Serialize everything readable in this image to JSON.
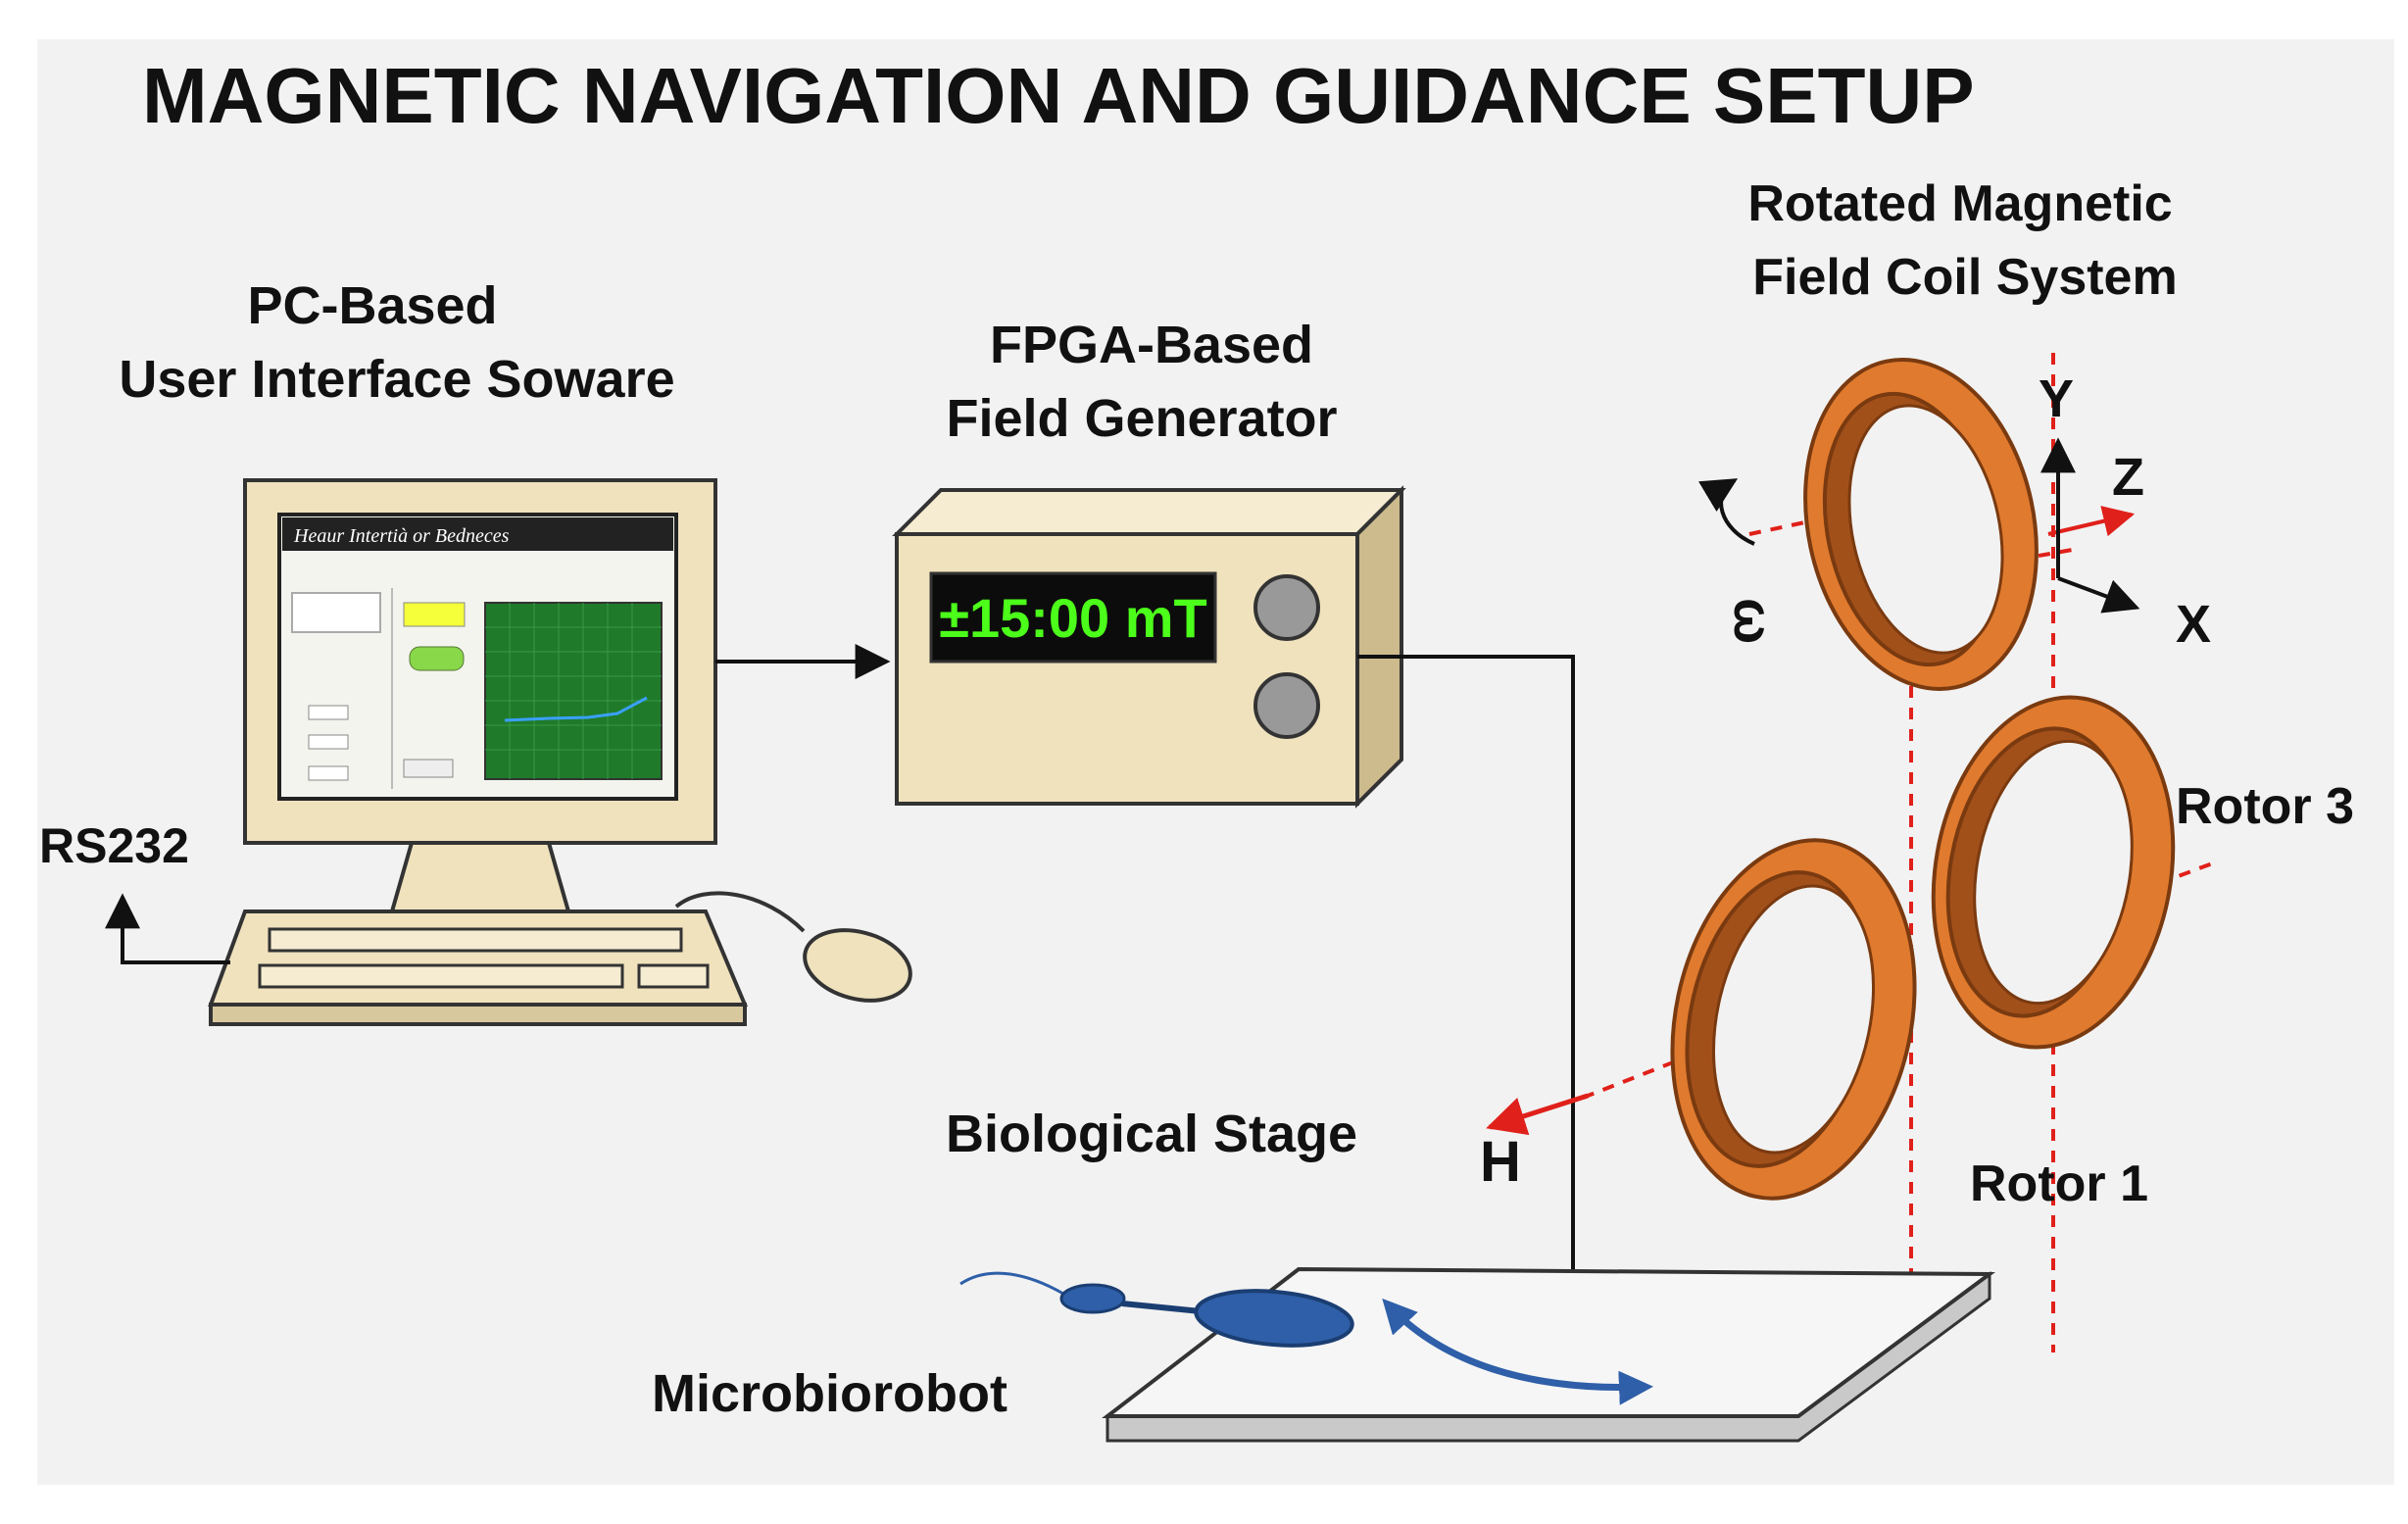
{
  "title": "MAGNETIC NAVIGATION AND GUIDANCE SETUP",
  "pc": {
    "label_line1": "PC-Based",
    "label_line2": "User Interface Soware",
    "screen_title": "Heaur Intertià or Bedneces"
  },
  "fpga": {
    "label_line1": "FPGA-Based",
    "label_line2": "Field Generator",
    "display_value": "±15:00 mT"
  },
  "coils": {
    "label_line1": "Rotated Magnetic",
    "label_line2": "Field Coil System",
    "axis_y": "Y",
    "axis_z": "Z",
    "axis_x": "X",
    "omega": "ω",
    "rotor3": "Rotor 3",
    "rotor1": "Rotor 1",
    "field_h": "H"
  },
  "rs232": "RS232",
  "stage": {
    "label": "Biological Stage",
    "microbiorobot": "Microbiorobot"
  },
  "colors": {
    "background": "#f2f2f2",
    "device_beige": "#efe2bd",
    "display_green": "#4cff1a",
    "coil_orange": "#e07a2e",
    "coil_dark": "#a2501a",
    "field_red": "#e0201a",
    "robot_blue": "#2e5fa8"
  }
}
